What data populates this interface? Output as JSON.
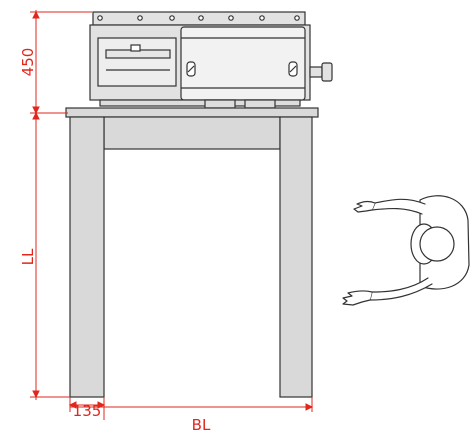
{
  "dimensions": {
    "machine_height": "450",
    "leg_height": "LL",
    "leg_width": "135",
    "bench_length": "BL"
  },
  "colors": {
    "dimension": "#e1261c",
    "outline": "#333333",
    "bench_fill": "#d9d9d9",
    "machine_fill": "#e2e2e2",
    "panel_fill": "#eeeeee"
  }
}
